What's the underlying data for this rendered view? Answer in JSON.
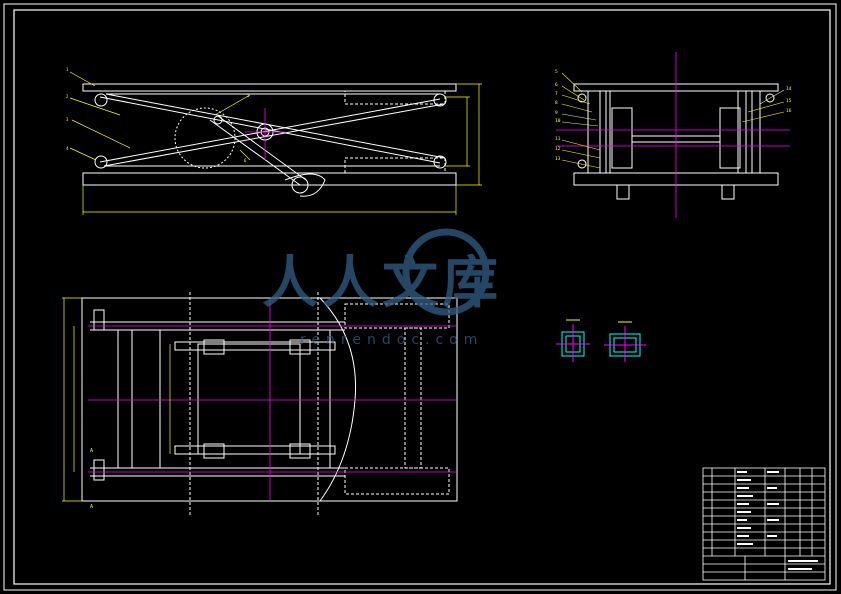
{
  "drawing": {
    "background": "#000000",
    "colors": {
      "line": "#ffffff",
      "dim": "#ffff00",
      "center": "#ff00ff",
      "detail": "#00ffff"
    }
  },
  "watermark": {
    "brand_cn": "人人文库",
    "url": "renrendoc.com",
    "color": "#2f5f86"
  },
  "front_view": {
    "part_labels": [
      "1",
      "2",
      "3",
      "4",
      "5",
      "6"
    ]
  },
  "side_view": {
    "part_labels_left": [
      "5",
      "6",
      "7",
      "8",
      "9",
      "10",
      "11",
      "12",
      "13"
    ],
    "part_labels_right": [
      "14",
      "15",
      "16"
    ]
  },
  "plan_view": {
    "section_marks": [
      "A",
      "A"
    ]
  },
  "title_block": {
    "rows": 14
  }
}
